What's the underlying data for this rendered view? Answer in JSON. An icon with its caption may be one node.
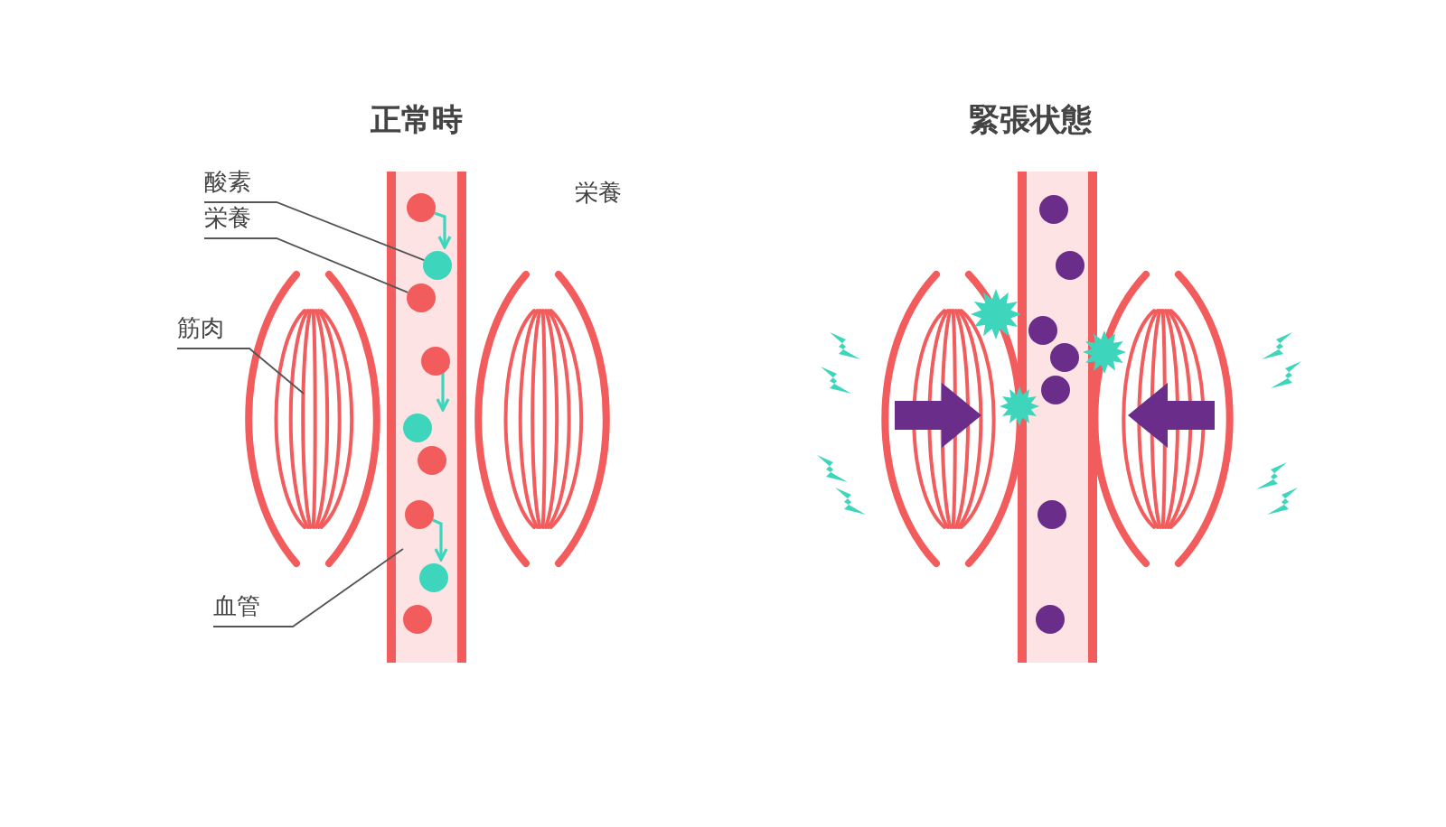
{
  "diagram": {
    "nodes": [
      {
        "text": [
          "酸素"
        ]
      },
      {
        "text": [
          "栄養"
        ]
      },
      {
        "text": [
          "筋肉"
        ]
      },
      {
        "text": [
          "血管"
        ]
      },
      {
        "text": [],
        "shape": "circle"
      },
      {
        "text": [],
        "shape": "circle"
      },
      {
        "text": [],
        "shape": "circle"
      },
      {
        "text": [],
        "shape": "circle"
      },
      {
        "text": [],
        "shape": "circle"
      },
      {
        "text": [],
        "shape": "circle"
      },
      {
        "text": [],
        "shape": "circle"
      },
      {
        "text": [],
        "shape": "circle"
      },
      {
        "text": [],
        "shape": "circle"
      }
    ],
    "edges": [
      {
        "from": 0,
        "to": 5,
        "arrow": "none"
      },
      {
        "from": 1,
        "to": 6,
        "arrow": "none"
      },
      {
        "from": 4,
        "to": 5,
        "arrow": "to",
        "color": "#3dd6bd"
      },
      {
        "from": 7,
        "to": 8,
        "arrow": "to",
        "color": "#3dd6bd"
      },
      {
        "from": 10,
        "to": 11,
        "arrow": "to",
        "color": "#3dd6bd"
      },
      {
        "from": 2,
        "to": null,
        "arrow": "none"
      },
      {
        "from": 3,
        "to": null,
        "arrow": "none"
      }
    ],
    "labels": [
      "正常時",
      "緊張状態",
      "栄養"
    ]
  }
}
